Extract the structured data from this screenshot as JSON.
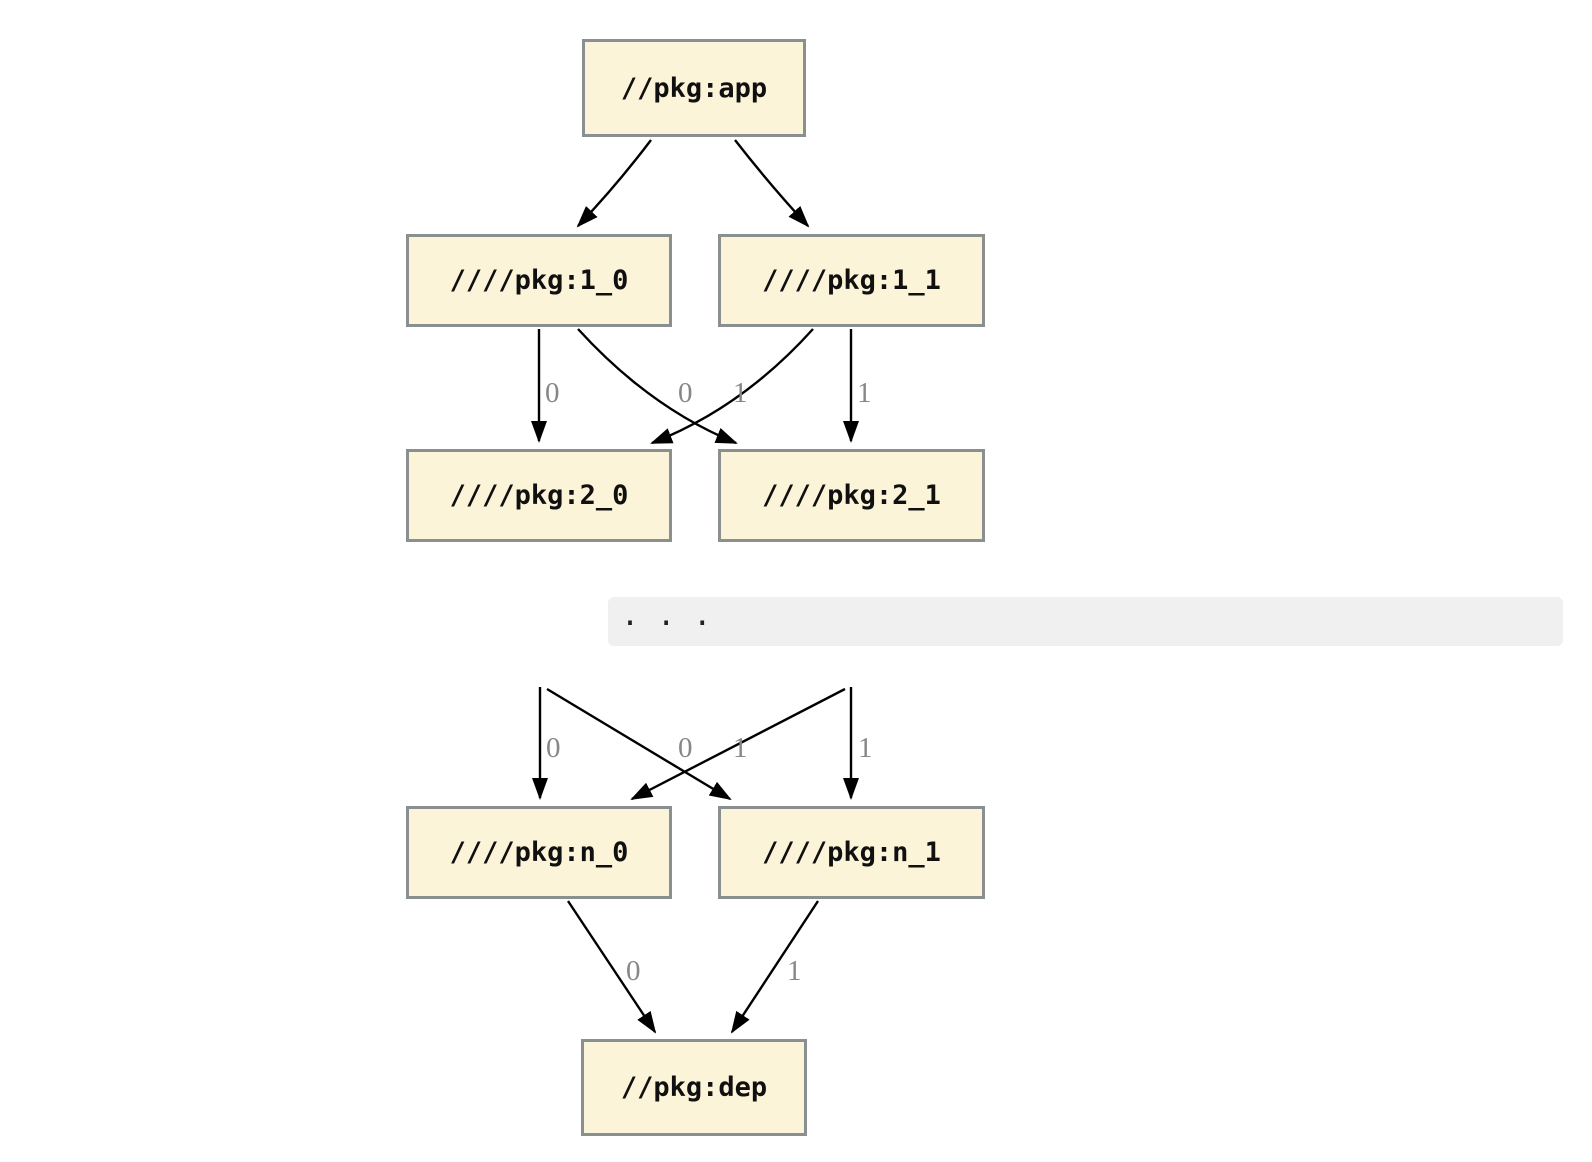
{
  "diagram": {
    "type": "dependency-graph",
    "nodes": {
      "app": "//pkg:app",
      "v1_0": "////pkg:1_0",
      "v1_1": "////pkg:1_1",
      "v2_0": "////pkg:2_0",
      "v2_1": "////pkg:2_1",
      "vn_0": "////pkg:n_0",
      "vn_1": "////pkg:n_1",
      "dep": "//pkg:dep"
    },
    "ellipsis": ". . .",
    "edge_labels": {
      "e1_0__2_0": "0",
      "e1_0__2_1": "0",
      "e1_1__2_0": "1",
      "e1_1__2_1": "1",
      "eh0__n_0": "0",
      "eh0__n_1": "0",
      "eh1__n_0": "1",
      "eh1__n_1": "1",
      "en_0__dep": "0",
      "en_1__dep": "1"
    },
    "colors": {
      "node_fill": "#FCF4D9",
      "node_border": "#8A9090",
      "edge": "#000000",
      "edge_label": "#878787",
      "ellipsis_bg": "#F0F0F0"
    }
  }
}
